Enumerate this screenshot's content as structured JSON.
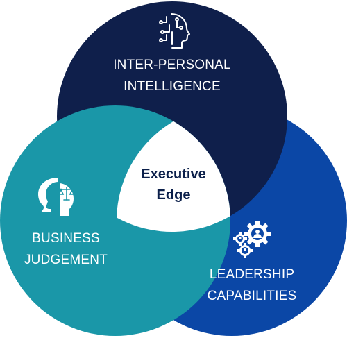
{
  "diagram": {
    "circles": [
      {
        "id": "interpersonal",
        "color": "#0f1f4b",
        "label_lines": [
          "INTER-PERSONAL",
          "INTELLIGENCE"
        ],
        "icon": "ai-head-icon"
      },
      {
        "id": "business",
        "color": "#1a97a8",
        "label_lines": [
          "BUSINESS",
          "JUDGEMENT"
        ],
        "icon": "scales-head-icon"
      },
      {
        "id": "leadership",
        "color": "#0b47a6",
        "label_lines": [
          "LEADERSHIP",
          "CAPABILITIES"
        ],
        "icon": "gears-people-icon"
      }
    ],
    "center": {
      "label_lines": [
        "Executive",
        "Edge"
      ],
      "text_color": "#0b1f4a",
      "fill": "#ffffff"
    }
  }
}
